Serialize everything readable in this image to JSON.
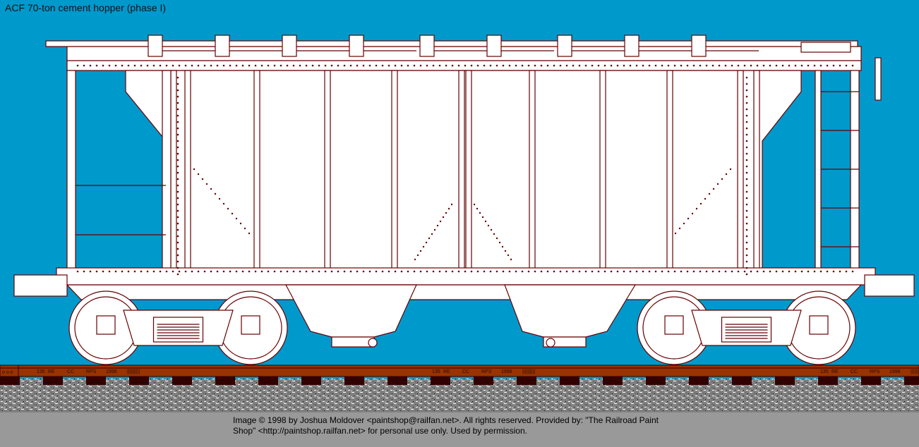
{
  "title": "ACF 70-ton cement hopper (phase I)",
  "rail_markings": {
    "weight": "135",
    "section": "RE",
    "type": "CC",
    "maker": "RPS",
    "year": "1998",
    "bars": "||||||||||"
  },
  "credit": {
    "line1": "Image  © 1998 by Joshua Moldover <paintshop@railfan.net>.  All rights reserved.  Provided by: \"The Railroad Paint",
    "line2": "Shop\" <http://paintshop.railfan.net> for personal use only.  Used by permission."
  },
  "colors": {
    "sky": "#0099cc",
    "car": "#ffffff",
    "outline": "#660000",
    "rail": "#993300",
    "tie": "#330000",
    "ballast": "#777777",
    "footer": "#999999"
  }
}
